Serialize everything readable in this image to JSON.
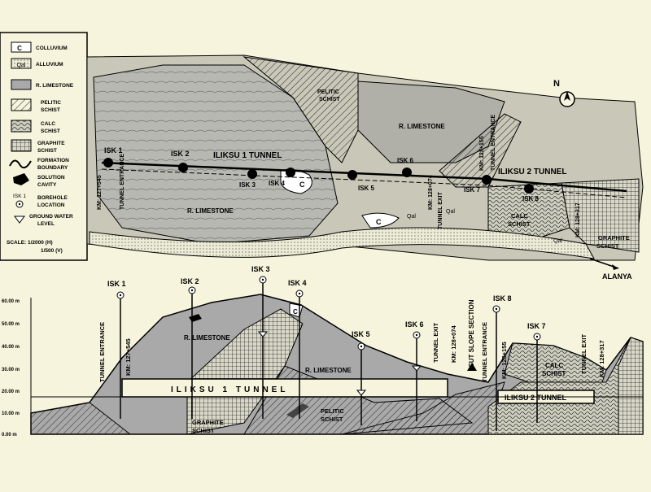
{
  "legend": {
    "items": [
      {
        "symbol": "C",
        "label": "COLLUVIUM"
      },
      {
        "symbol": "Qal",
        "label": "ALLUVIUM"
      },
      {
        "symbol": "",
        "label": "R. LIMESTONE"
      },
      {
        "symbol": "",
        "label": "PELITIC"
      },
      {
        "symbol": "",
        "label": "SCHIST"
      },
      {
        "symbol": "",
        "label": "CALC"
      },
      {
        "symbol": "",
        "label": "SCHIST"
      },
      {
        "symbol": "",
        "label": "GRAPHITE"
      },
      {
        "symbol": "",
        "label": "SCHIST"
      },
      {
        "symbol": "",
        "label": "FORMATION"
      },
      {
        "symbol": "",
        "label": "BOUNDARY"
      },
      {
        "symbol": "",
        "label": "SOLUTION"
      },
      {
        "symbol": "",
        "label": "CAVITY"
      },
      {
        "symbol": "ISK 1",
        "label": "BOREHOLE"
      },
      {
        "symbol": "",
        "label": "LOCATION"
      },
      {
        "symbol": "",
        "label": "GROUND WATER"
      },
      {
        "symbol": "",
        "label": "LEVEL"
      }
    ],
    "scale_h": "SCALE: 1/2000 (H)",
    "scale_v": "1/500 (V)"
  },
  "plan": {
    "north": "N",
    "tunnel1": "ILIKSU 1 TUNNEL",
    "tunnel2": "ILIKSU 2 TUNNEL",
    "boreholes": [
      "ISK 1",
      "ISK 2",
      "ISK 3",
      "ISK 4",
      "ISK 5",
      "ISK 6",
      "ISK 7",
      "ISK 8"
    ],
    "rock_labels": [
      "R. LIMESTONE",
      "R. LIMESTONE",
      "PELITIC",
      "SCHIST",
      "CALC",
      "SCHIST",
      "GRAPHITE",
      "SCHIST"
    ],
    "colluvium": "C",
    "alluvium": "Qal",
    "entrance1": "TUNNEL ENTRANCE",
    "km_entrance1": "KM: 127+545",
    "exit1": "TUNNEL EXIT",
    "km_exit1": "KM: 128+074",
    "entrance2": "TUNNEL ENTRANCE",
    "km_entrance2": "KM: 128+155",
    "km_exit2": "KM: 128+317",
    "destination": "ALANYA"
  },
  "section": {
    "elevations": [
      "60.00 m",
      "50.00 m",
      "40.00 m",
      "30.00 m",
      "20.00 m",
      "10.00 m",
      "0.00 m"
    ],
    "boreholes": [
      "ISK 1",
      "ISK 2",
      "ISK 3",
      "ISK 4",
      "ISK 5",
      "ISK 6",
      "ISK 8",
      "ISK 7"
    ],
    "tunnel1": "ILIKSU 1 TUNNEL",
    "tunnel2": "ILIKSU 2 TUNNEL",
    "entrance1": "TUNNEL ENTRANCE",
    "km_entrance1": "KM: 127+545",
    "exit1": "TUNNEL EXIT",
    "km_exit1": "KM: 128+074",
    "cut_slope": "CUT SLOPE SECTION",
    "entrance2": "TUNNEL ENTRANCE",
    "km_entrance2": "KM: 128+155",
    "exit2": "TUNNEL EXIT",
    "km_exit2": "KM: 128+317",
    "rock_labels": [
      "R. LIMESTONE",
      "R. LIMESTONE",
      "PELITIC",
      "SCHIST",
      "CALC",
      "SCHIST",
      "GRAPHITE",
      "SCHIST"
    ],
    "colluvium": "C"
  }
}
